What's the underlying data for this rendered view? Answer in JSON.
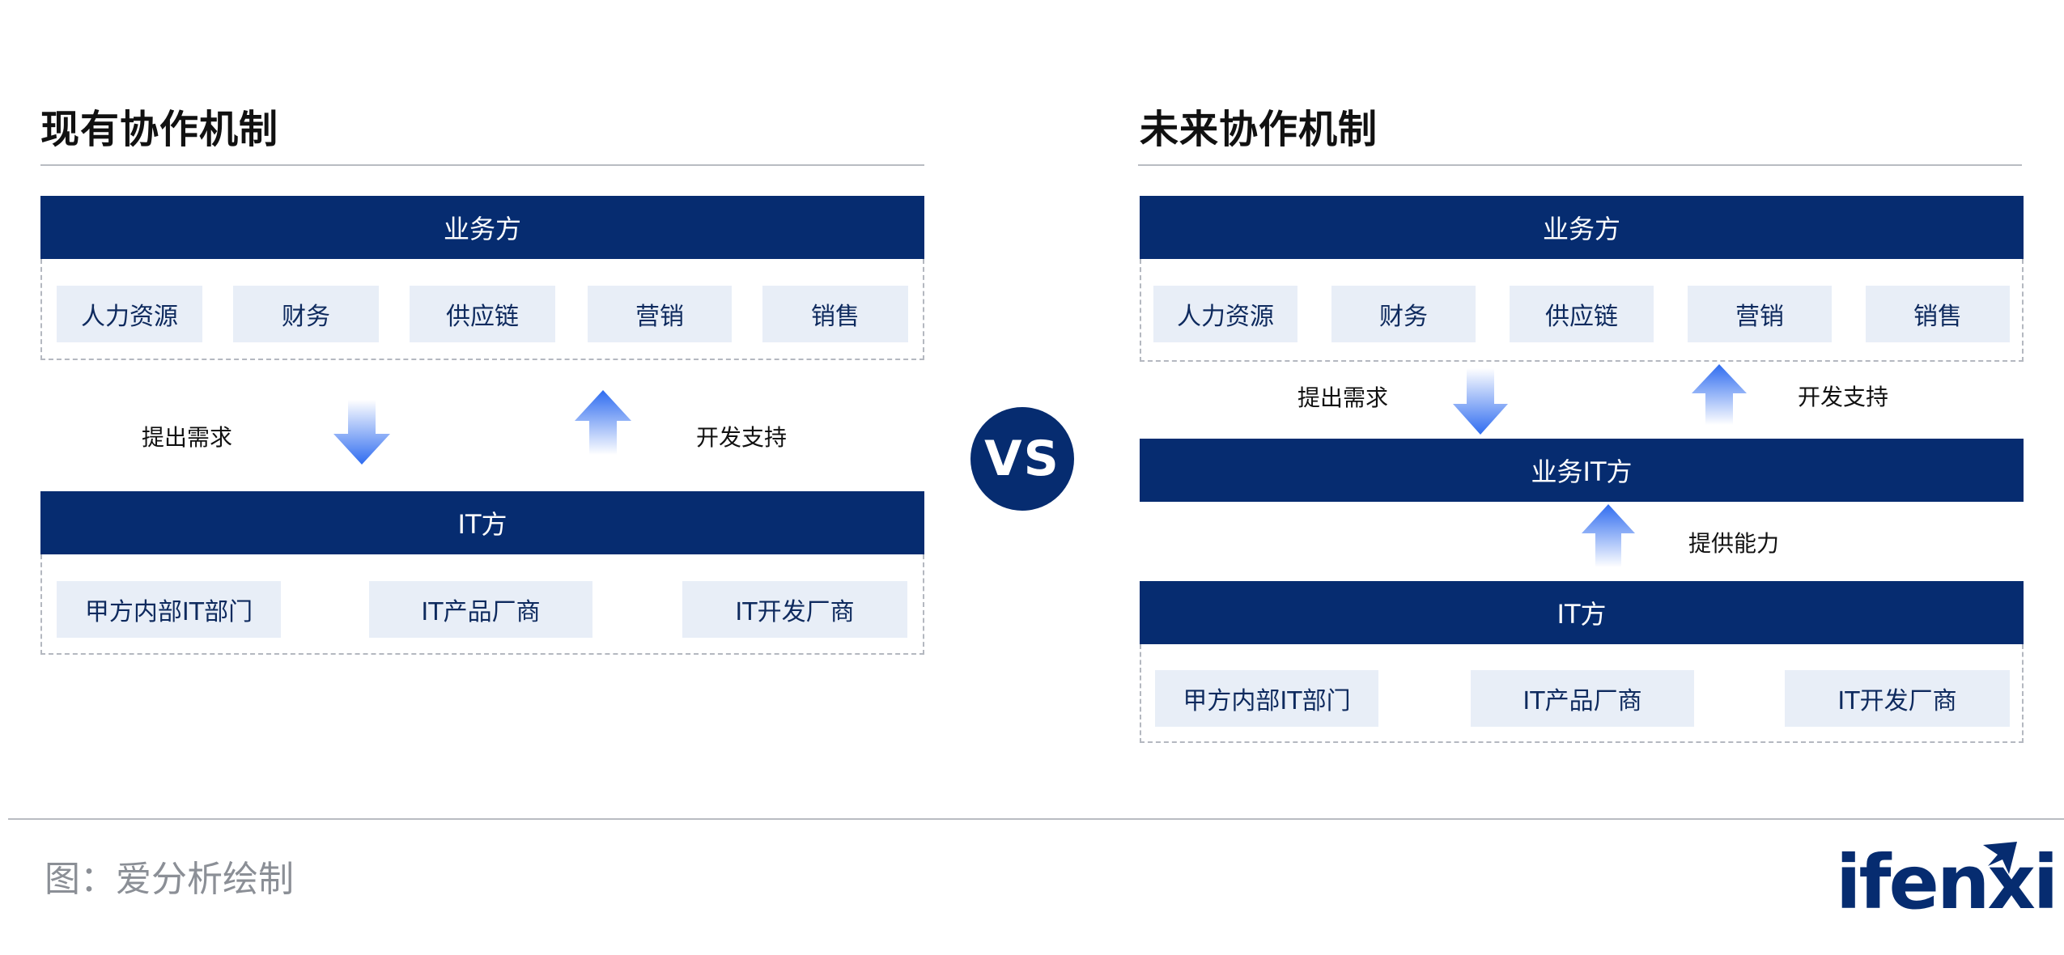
{
  "vs_label": "VS",
  "left": {
    "title": "现有协作机制",
    "business_bar": "业务方",
    "business_chips": [
      "人力资源",
      "财务",
      "供应链",
      "营销",
      "销售"
    ],
    "label_request": "提出需求",
    "label_support": "开发支持",
    "it_bar": "IT方",
    "it_chips": [
      "甲方内部IT部门",
      "IT产品厂商",
      "IT开发厂商"
    ]
  },
  "right": {
    "title": "未来协作机制",
    "business_bar": "业务方",
    "business_chips": [
      "人力资源",
      "财务",
      "供应链",
      "营销",
      "销售"
    ],
    "label_request": "提出需求",
    "label_support": "开发支持",
    "business_it_bar": "业务IT方",
    "label_capability": "提供能力",
    "it_bar": "IT方",
    "it_chips": [
      "甲方内部IT部门",
      "IT产品厂商",
      "IT开发厂商"
    ]
  },
  "footer": {
    "source": "图：爱分析绘制",
    "logo": "ifenxi"
  },
  "colors": {
    "bar": "#062c70",
    "chip_bg": "#e8eef7",
    "arrow_top": "#2f6cf0",
    "arrow_bottom": "#ffffff"
  }
}
